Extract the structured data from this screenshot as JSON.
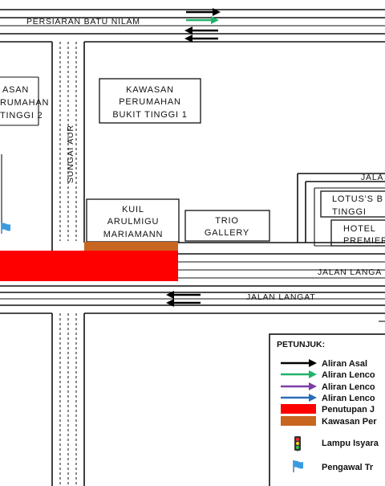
{
  "roads": {
    "batu_nilam": "PERSIARAN BATU NILAM",
    "sungai_aur": "SUNGAI AUR",
    "jalan_top_right": "JALA",
    "jalan_langat_upper": "JALAN LANGA",
    "jalan_langat_lower": "JALAN LANGAT"
  },
  "buildings": {
    "left_area": {
      "lines": [
        "ASAN",
        "RUMAHAN",
        "TINGGI 2"
      ]
    },
    "bukit_tinggi_1": {
      "lines": [
        "KAWASAN",
        "PERUMAHAN",
        "BUKIT TINGGI 1"
      ]
    },
    "kuil": {
      "lines": [
        "KUIL",
        "ARULMIGU",
        "MARIAMANN"
      ]
    },
    "trio": {
      "lines": [
        "TRIO",
        "GALLERY"
      ]
    },
    "lotus": {
      "lines": [
        "LOTUS'S B",
        "TINGGI"
      ]
    },
    "hotel": {
      "lines": [
        "HOTEL",
        "PREMIER"
      ]
    }
  },
  "legend": {
    "title": "PETUNJUK:",
    "items": [
      {
        "label": "Aliran Asal",
        "color": "#000000",
        "kind": "arrow"
      },
      {
        "label": "Aliran Lenco",
        "color": "#21b26b",
        "kind": "arrow"
      },
      {
        "label": "Aliran Lenco",
        "color": "#7b3fa8",
        "kind": "arrow"
      },
      {
        "label": "Aliran Lenco",
        "color": "#2a6db5",
        "kind": "arrow"
      },
      {
        "label": "Penutupan J",
        "color": "#ff0000",
        "kind": "swatch"
      },
      {
        "label": "Kawasan Per",
        "color": "#c8651f",
        "kind": "swatch"
      },
      {
        "label": "Lampu Isyara",
        "kind": "traffic-light-icon"
      },
      {
        "label": "Pengawal Tr",
        "kind": "flag-icon"
      }
    ]
  },
  "colors": {
    "closure": "#ff0000",
    "work_area": "#c8651f",
    "green_arrow": "#21b26b",
    "flag": "#3b9be0"
  }
}
